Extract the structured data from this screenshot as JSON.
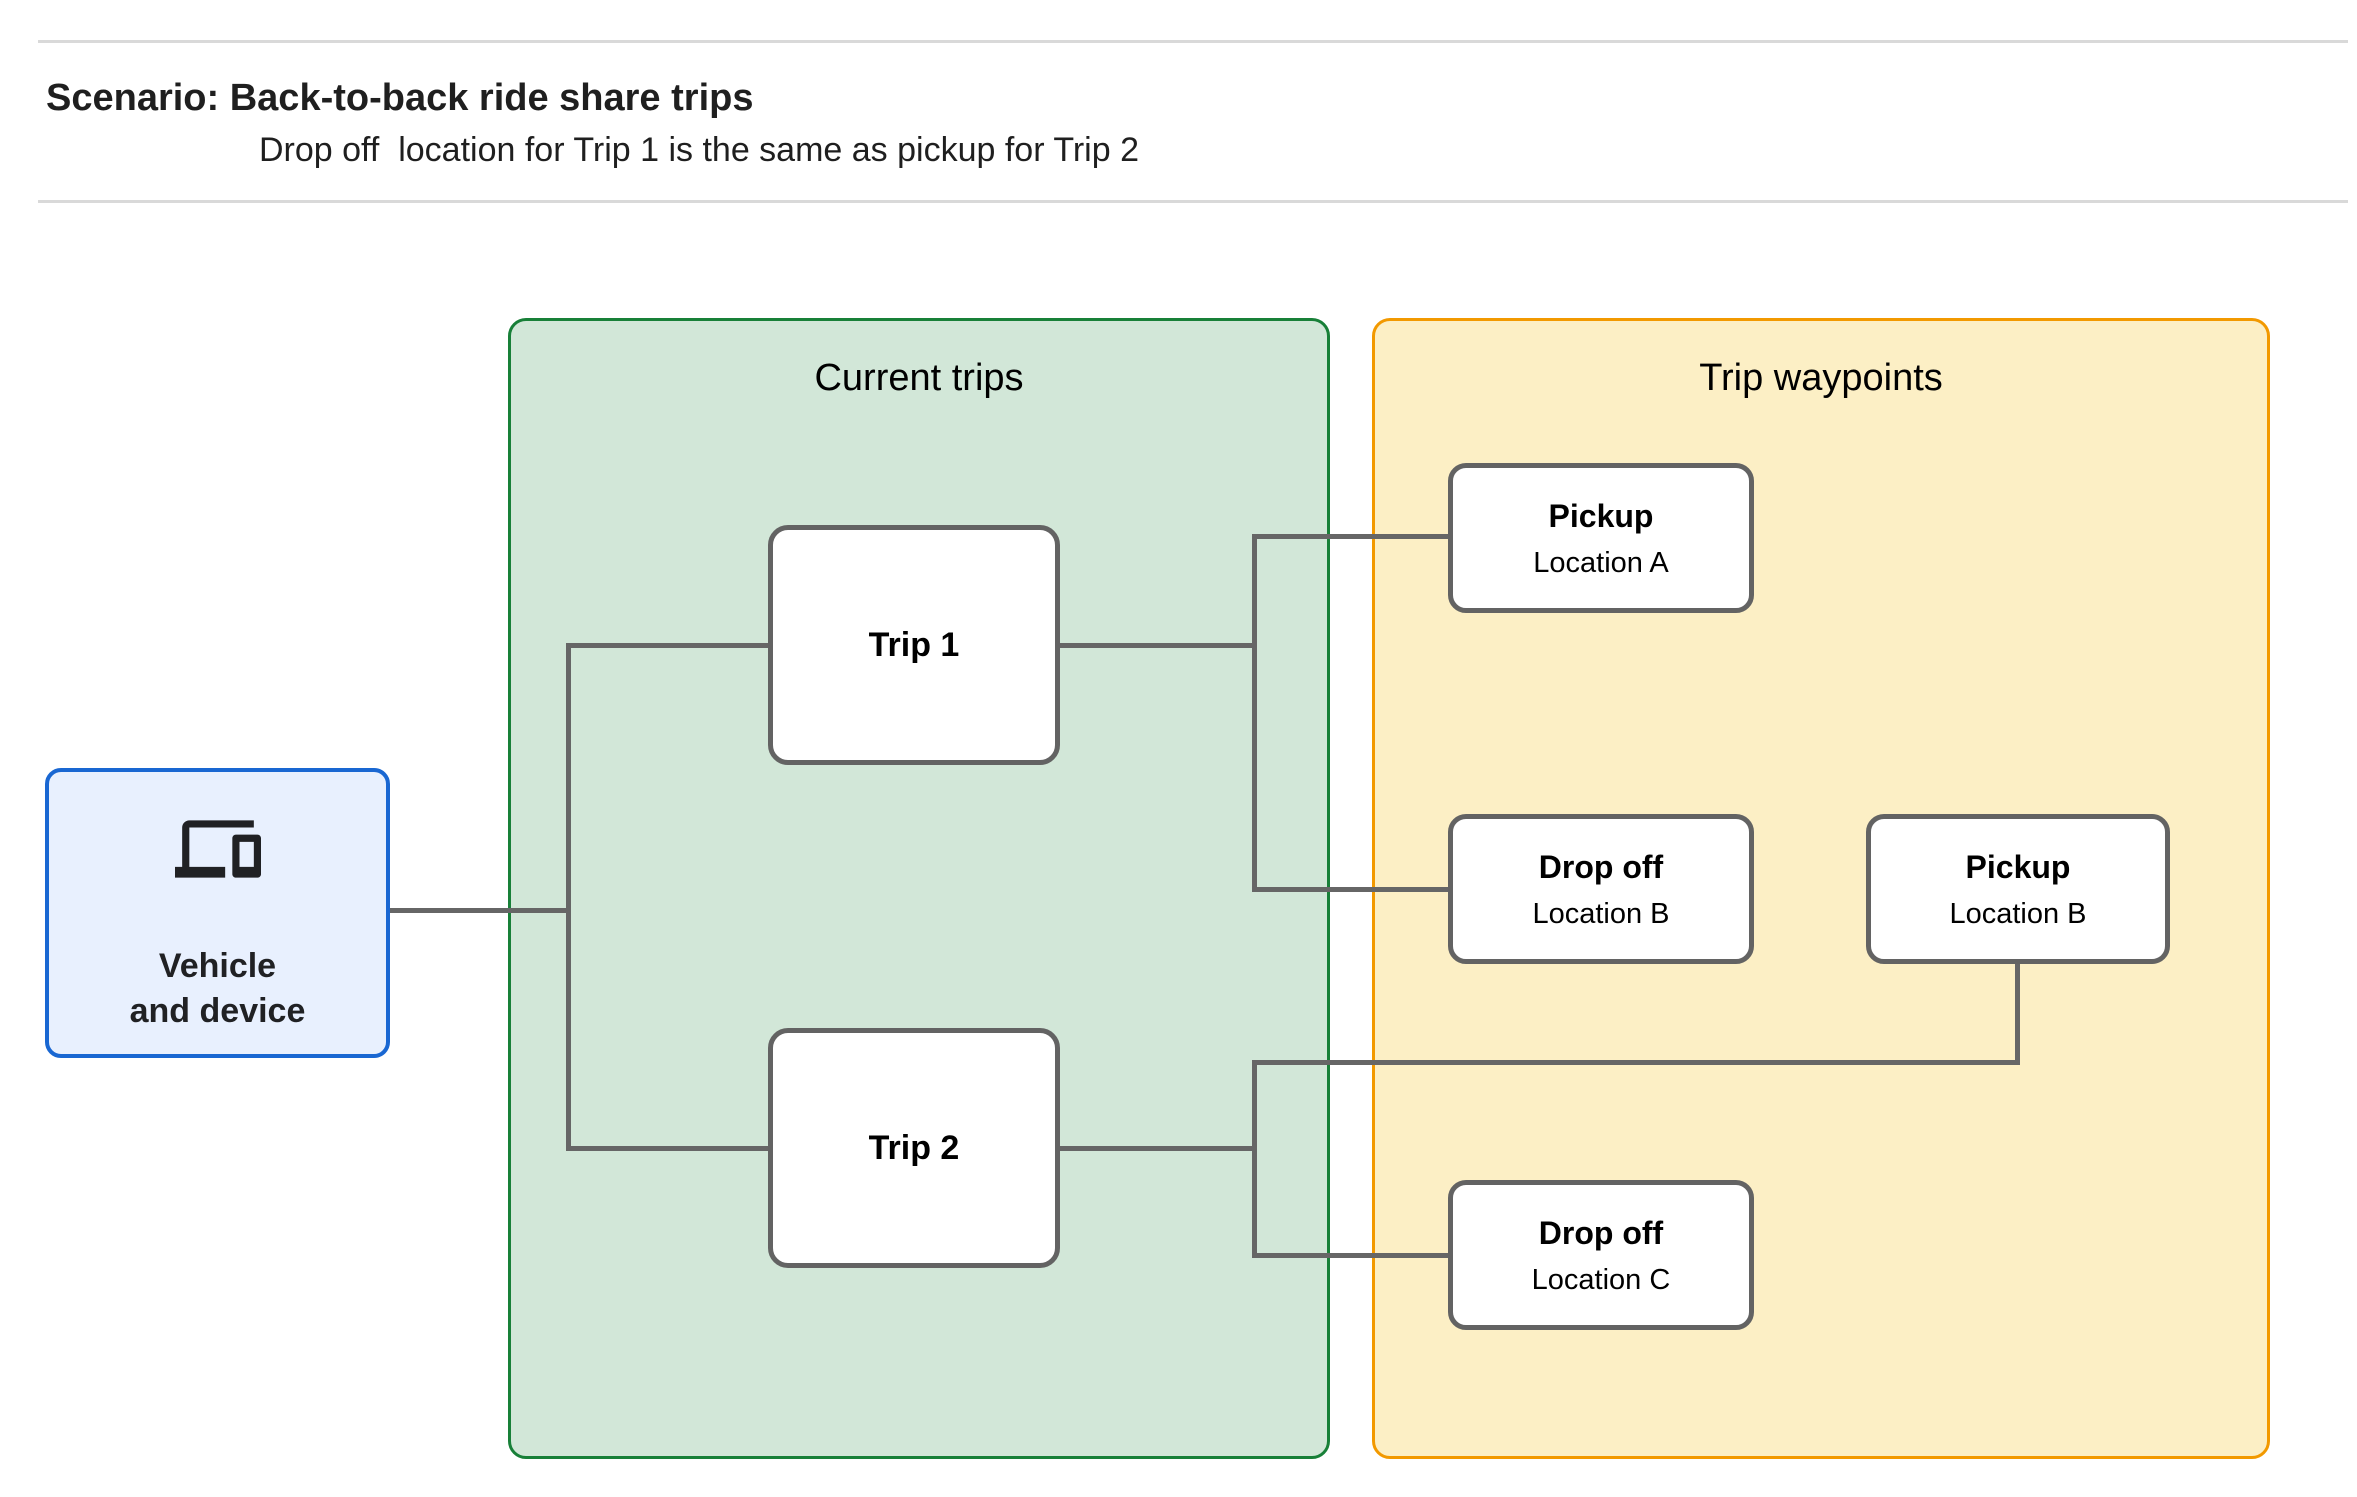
{
  "header": {
    "title": "Scenario: Back-to-back ride share trips",
    "subtitle": "Drop off  location for Trip 1 is the same as pickup for Trip 2"
  },
  "vehicle_box": {
    "label": "Vehicle\nand device",
    "icon": "devices-icon",
    "fill_color": "#e8f0fe",
    "border_color": "#1967d2"
  },
  "panels": {
    "current_trips": {
      "title": "Current trips",
      "fill_color": "#d2e7d8",
      "border_color": "#188038",
      "trips": [
        {
          "label": "Trip 1"
        },
        {
          "label": "Trip 2"
        }
      ]
    },
    "trip_waypoints": {
      "title": "Trip waypoints",
      "fill_color": "#fcefc5",
      "border_color": "#f29900",
      "waypoints": [
        {
          "type": "Pickup",
          "location": "Location A"
        },
        {
          "type": "Drop off",
          "location": "Location B"
        },
        {
          "type": "Pickup",
          "location": "Location B"
        },
        {
          "type": "Drop off",
          "location": "Location C"
        }
      ]
    }
  },
  "connectors": {
    "color": "#666666",
    "links": [
      "Vehicle and device — Trip 1",
      "Vehicle and device — Trip 2",
      "Trip 1 — Pickup Location A",
      "Trip 1 — Drop off Location B",
      "Trip 2 — Pickup Location B",
      "Trip 2 — Drop off Location C"
    ]
  }
}
